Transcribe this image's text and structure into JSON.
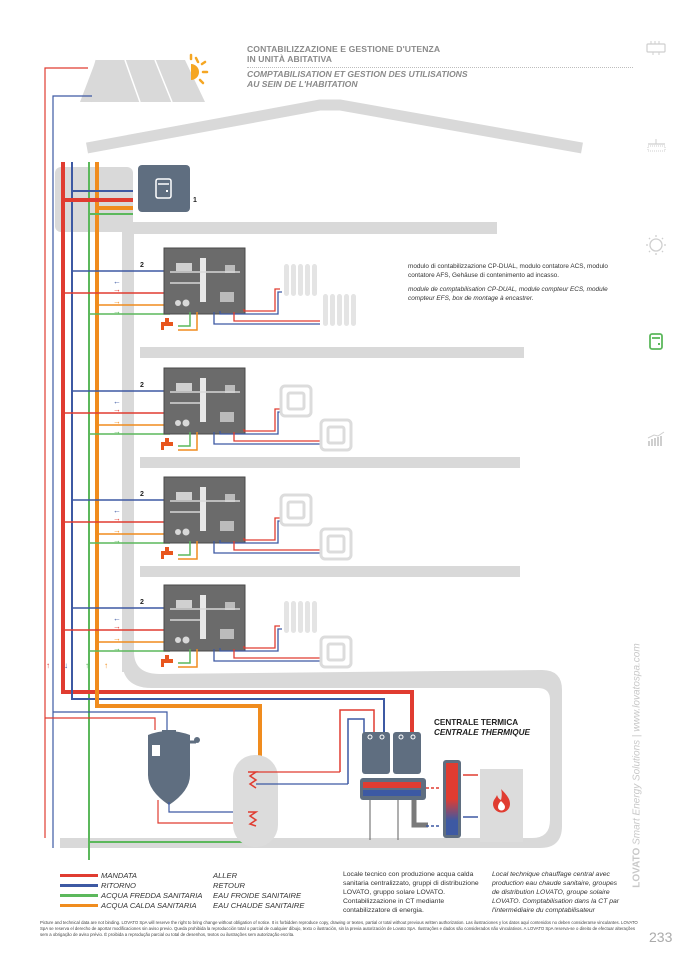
{
  "header": {
    "title_it_line1": "CONTABILIZZAZIONE E GESTIONE D'UTENZA",
    "title_it_line2": "IN UNITÀ ABITATIVA",
    "title_fr_line1": "COMPTABILISATION ET GESTION DES UTILISATIONS",
    "title_fr_line2": "AU SEIN DE L'HABITATION"
  },
  "callouts": {
    "unit_1": "1",
    "unit_2": "2"
  },
  "description": {
    "it": "modulo di contabilizzazione CP-DUAL, modulo contatore ACS, modulo contatore AFS, Gehäuse di contenimento ad incasso.",
    "fr": "module de comptabilisation CP-DUAL, module compteur ECS, module compteur EFS, box de montage à encastrer."
  },
  "central_plant": {
    "label_it": "CENTRALE TERMICA",
    "label_fr": "CENTRALE THERMIQUE"
  },
  "legend": [
    {
      "color": "#e03c31",
      "it": "MANDATA",
      "fr": "ALLER"
    },
    {
      "color": "#3d59a3",
      "it": "RITORNO",
      "fr": "RETOUR"
    },
    {
      "color": "#5cb85c",
      "it": "ACQUA FREDDA SANITARIA",
      "fr": "EAU FROIDE SANITAIRE"
    },
    {
      "color": "#f08c1e",
      "it": "ACQUA CALDA SANITARIA",
      "fr": "EAU CHAUDE SANITAIRE"
    }
  ],
  "notes": {
    "it": "Locale tecnico con produzione acqua calda sanitaria centralizzato, gruppi di distribuzione LOVATO, gruppo solare LOVATO. Contabilizzazione in CT mediante contabilizzatore di energia.",
    "fr": "Local technique chauffage central avec production eau chaude sanitaire, groupes de distribution LOVATO, groupe solaire LOVATO. Comptabilisation dans la CT par l'intermédiaire du comptabilisateur"
  },
  "disclaimer": "Picture and technical data are not binding. LOVATO SpA will reserve the right to bring change without obligation of notice. It is forbidden reproduce copy, drawing or textes, partial or total without previous written authorization. Las ilustraciones y los datos aquí contenidos no deben considerarse vinculantes. LOVATO SpA se reserva el derecho de aportar modificaciones sin aviso previo. Queda prohibida la reproducción total o parcial de cualquier dibujo, texto o ilustración, sin la previa autorización de Lovato SpA. Ilustrações e dados são considerados não vinculativos. A LOVATO SpA reserva-se o direito de efectuar alterações sem a obrigação de aviso prévio. É proibida a reprodução parcial ou total de desenhos, textos ou ilustrações sem autorização escrita.",
  "page_number": "233",
  "side_nav": {
    "brand": "LOVATO",
    "tagline": "Smart Energy Solutions",
    "separator": "|",
    "website": "www.lovatospa.com",
    "icons": [
      {
        "name": "manifold-icon",
        "active": false
      },
      {
        "name": "radiant-floor-icon",
        "active": false
      },
      {
        "name": "solar-icon",
        "active": false
      },
      {
        "name": "metering-module-icon",
        "active": true
      },
      {
        "name": "energy-chart-icon",
        "active": false
      }
    ],
    "active_color": "#5cb85c",
    "inactive_color": "#cfcfcf"
  },
  "colors": {
    "supply": "#e03c31",
    "return": "#3d59a3",
    "cold_water": "#5cb85c",
    "hot_water": "#f08c1e",
    "structure": "#d9d9d9",
    "equipment": "#5f6e80",
    "sun": "#f5a623"
  }
}
